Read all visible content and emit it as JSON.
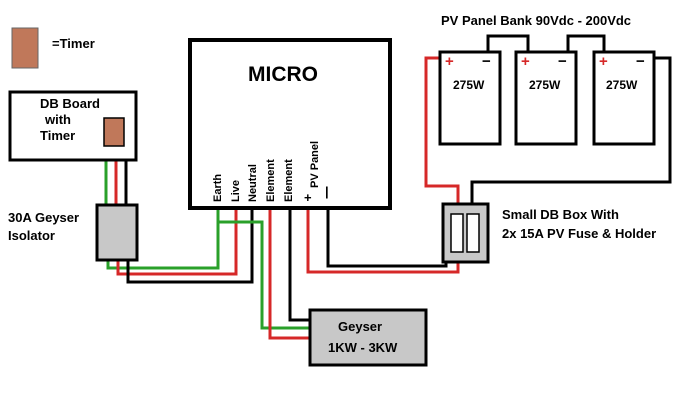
{
  "legend": {
    "label": "=Timer",
    "swatch_color": "#c0785a"
  },
  "db_board": {
    "line1": "DB Board",
    "line2": "with",
    "line3": "Timer"
  },
  "isolator": {
    "line1": "30A Geyser",
    "line2": "Isolator"
  },
  "micro": {
    "title": "MICRO",
    "terminals": [
      "Earth",
      "Live",
      "Neutral",
      "Element",
      "Element"
    ],
    "pv_label": "PV Panel",
    "pv_plus": "+",
    "pv_minus": "|"
  },
  "pv_bank": {
    "title": "PV Panel Bank 90Vdc - 200Vdc",
    "panels": [
      {
        "watt": "275W",
        "plus": "+",
        "minus": "−"
      },
      {
        "watt": "275W",
        "plus": "+",
        "minus": "−"
      },
      {
        "watt": "275W",
        "plus": "+",
        "minus": "−"
      }
    ]
  },
  "small_db": {
    "line1": "Small DB Box With",
    "line2": "2x 15A PV Fuse & Holder"
  },
  "geyser": {
    "line1": "Geyser",
    "line2": "1KW - 3KW"
  },
  "colors": {
    "red": "#d62828",
    "green": "#2aa02a",
    "black": "#000000",
    "box_grey": "#c8c8c8",
    "timer": "#c0785a"
  }
}
